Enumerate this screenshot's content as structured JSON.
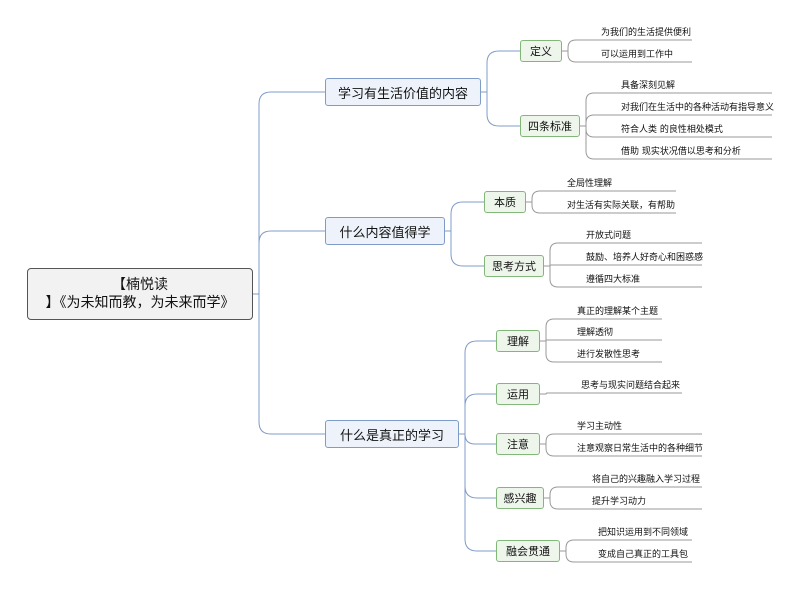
{
  "root": {
    "line1": "【楠悦读",
    "line2": "】《为未知而教，为未来而学》"
  },
  "branches": [
    {
      "label": "学习有生活价值的内容",
      "children": [
        {
          "label": "定义",
          "leaves": [
            "为我们的生活提供便利",
            "可以运用到工作中"
          ]
        },
        {
          "label": "四条标准",
          "leaves": [
            "具备深刻见解",
            "对我们在生活中的各种活动有指导意义",
            "符合人类 的良性相处模式",
            "借助 现实状况借以思考和分析"
          ]
        }
      ]
    },
    {
      "label": "什么内容值得学",
      "children": [
        {
          "label": "本质",
          "leaves": [
            "全局性理解",
            "对生活有实际关联，有帮助"
          ]
        },
        {
          "label": "思考方式",
          "leaves": [
            "开放式问题",
            "鼓励、培养人好奇心和困惑感",
            "遵循四大标准"
          ]
        }
      ]
    },
    {
      "label": "什么是真正的学习",
      "children": [
        {
          "label": "理解",
          "leaves": [
            "真正的理解某个主题",
            "理解透彻",
            "进行发散性思考"
          ]
        },
        {
          "label": "运用",
          "leaves": [
            "思考与现实问题结合起来"
          ]
        },
        {
          "label": "注意",
          "leaves": [
            "学习主动性",
            "注意观察日常生活中的各种细节"
          ]
        },
        {
          "label": "感兴趣",
          "leaves": [
            "将自己的兴趣融入学习过程",
            "提升学习动力"
          ]
        },
        {
          "label": "融会贯通",
          "leaves": [
            "把知识运用到不同领域",
            "变成自己真正的工具包"
          ]
        }
      ]
    }
  ],
  "colors": {
    "main_line": "#7f9cc9",
    "sub_line": "#82b77a",
    "leaf_line": "#9a9a9a"
  }
}
